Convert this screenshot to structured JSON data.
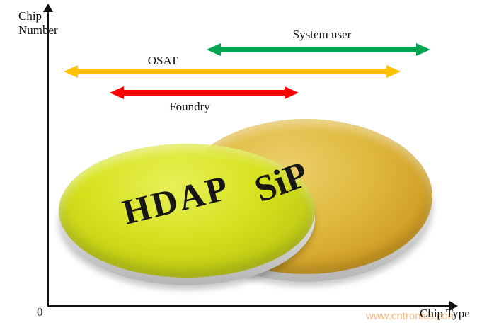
{
  "axes": {
    "y_label": [
      "Chip",
      "Number"
    ],
    "x_label": "Chip Type",
    "origin_label": "0",
    "axis_color": "#111111"
  },
  "arrows": [
    {
      "label": "System user",
      "color": "#00a551"
    },
    {
      "label": "OSAT",
      "color": "#ffc103"
    },
    {
      "label": "Foundry",
      "color": "#fb0200"
    }
  ],
  "discs": [
    {
      "label": "HDAP",
      "color": "#ccd800"
    },
    {
      "label": "SiP",
      "color": "#d4a32a"
    }
  ],
  "watermark": "www.cntronics.com"
}
